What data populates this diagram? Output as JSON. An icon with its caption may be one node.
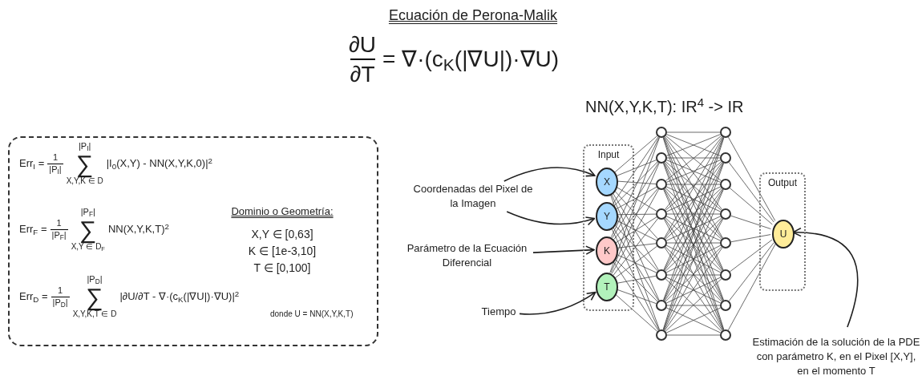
{
  "diagram": {
    "title": "Ecuación de Perona-Malik",
    "nodes": [
      {
        "text": [
          "Err$_{I}$ =",
          "1",
          "|P$_{I}$|",
          "|P$_{I}$|",
          "∑",
          "X,Y,K ∈ D",
          "|I$_{0}$(X,Y) - NN(X,Y,K,0)|$^{2}$",
          "Err$_{F}$ =",
          "1",
          "|P$_{F}$|",
          "|P$_{F}$|",
          "∑",
          "X,Y ∈ D$_{F}$",
          "NN(X,Y,K,T)$^{2}$",
          "Err$_{D}$ =",
          "1",
          "|P$_{D}$|",
          "|P$_{D}$|",
          "∑",
          "X,Y,K,T ∈ D",
          "|∂U/∂T - ∇·(c$_{K}$(|∇U|)·∇U)|$^{2}$",
          "donde U = NN(X,Y,K,T)",
          "Dominio o Geometría:",
          "X,Y ∈ [0,63]",
          "K ∈ [1e-3,10]",
          "T ∈ [0,100]"
        ]
      },
      {
        "text": [
          "Input"
        ]
      },
      {
        "text": [
          "X"
        ],
        "in": 1
      },
      {
        "text": [
          "Y"
        ],
        "in": 1
      },
      {
        "text": [
          "K"
        ],
        "in": 1
      },
      {
        "text": [
          "T"
        ],
        "in": 1
      },
      {
        "text": [],
        "shape": "circle"
      },
      {
        "text": [],
        "shape": "circle"
      },
      {
        "text": [],
        "shape": "circle"
      },
      {
        "text": [],
        "shape": "circle"
      },
      {
        "text": [],
        "shape": "circle"
      },
      {
        "text": [],
        "shape": "circle"
      },
      {
        "text": [],
        "shape": "circle"
      },
      {
        "text": [],
        "shape": "circle"
      },
      {
        "text": [],
        "shape": "circle"
      },
      {
        "text": [],
        "shape": "circle"
      },
      {
        "text": [],
        "shape": "circle"
      },
      {
        "text": [],
        "shape": "circle"
      },
      {
        "text": [],
        "shape": "circle"
      },
      {
        "text": [],
        "shape": "circle"
      },
      {
        "text": [],
        "shape": "circle"
      },
      {
        "text": [],
        "shape": "circle"
      },
      {
        "text": [
          "Output"
        ]
      },
      {
        "text": [
          "U"
        ],
        "in": 22
      },
      {
        "text": [
          "Coordenadas del Pixel de la Imagen"
        ]
      },
      {
        "text": [
          "Parámetro de la Ecuación Diferencial"
        ]
      },
      {
        "text": [
          "Tiempo"
        ]
      },
      {
        "text": [
          "Estimación de la solución de la PDE con parámetro K, en el Pixel [X,Y], en el momento T"
        ]
      }
    ],
    "edges": [
      {
        "from": 24,
        "to": 2,
        "arrow": "to"
      },
      {
        "from": 24,
        "to": 3,
        "arrow": "to"
      },
      {
        "from": 25,
        "to": 4,
        "arrow": "to"
      },
      {
        "from": 26,
        "to": 5,
        "arrow": "to"
      },
      {
        "from": 27,
        "to": 23,
        "arrow": "to"
      },
      {
        "from": 2,
        "to": 6,
        "arrow": "none"
      },
      {
        "from": 2,
        "to": 7,
        "arrow": "none"
      },
      {
        "from": 2,
        "to": 8,
        "arrow": "none"
      },
      {
        "from": 2,
        "to": 9,
        "arrow": "none"
      },
      {
        "from": 2,
        "to": 10,
        "arrow": "none"
      },
      {
        "from": 2,
        "to": 11,
        "arrow": "none"
      },
      {
        "from": 2,
        "to": 12,
        "arrow": "none"
      },
      {
        "from": 2,
        "to": 13,
        "arrow": "none"
      },
      {
        "from": 3,
        "to": 6,
        "arrow": "none"
      },
      {
        "from": 3,
        "to": 7,
        "arrow": "none"
      },
      {
        "from": 3,
        "to": 8,
        "arrow": "none"
      },
      {
        "from": 3,
        "to": 9,
        "arrow": "none"
      },
      {
        "from": 3,
        "to": 10,
        "arrow": "none"
      },
      {
        "from": 3,
        "to": 11,
        "arrow": "none"
      },
      {
        "from": 3,
        "to": 12,
        "arrow": "none"
      },
      {
        "from": 3,
        "to": 13,
        "arrow": "none"
      },
      {
        "from": 4,
        "to": 6,
        "arrow": "none"
      },
      {
        "from": 4,
        "to": 7,
        "arrow": "none"
      },
      {
        "from": 4,
        "to": 8,
        "arrow": "none"
      },
      {
        "from": 4,
        "to": 9,
        "arrow": "none"
      },
      {
        "from": 4,
        "to": 10,
        "arrow": "none"
      },
      {
        "from": 4,
        "to": 11,
        "arrow": "none"
      },
      {
        "from": 4,
        "to": 12,
        "arrow": "none"
      },
      {
        "from": 4,
        "to": 13,
        "arrow": "none"
      },
      {
        "from": 5,
        "to": 6,
        "arrow": "none"
      },
      {
        "from": 5,
        "to": 7,
        "arrow": "none"
      },
      {
        "from": 5,
        "to": 8,
        "arrow": "none"
      },
      {
        "from": 5,
        "to": 9,
        "arrow": "none"
      },
      {
        "from": 5,
        "to": 10,
        "arrow": "none"
      },
      {
        "from": 5,
        "to": 11,
        "arrow": "none"
      },
      {
        "from": 5,
        "to": 12,
        "arrow": "none"
      },
      {
        "from": 5,
        "to": 13,
        "arrow": "none"
      },
      {
        "from": 6,
        "to": 14,
        "arrow": "none"
      },
      {
        "from": 6,
        "to": 15,
        "arrow": "none"
      },
      {
        "from": 6,
        "to": 16,
        "arrow": "none"
      },
      {
        "from": 6,
        "to": 17,
        "arrow": "none"
      },
      {
        "from": 6,
        "to": 18,
        "arrow": "none"
      },
      {
        "from": 6,
        "to": 19,
        "arrow": "none"
      },
      {
        "from": 6,
        "to": 20,
        "arrow": "none"
      },
      {
        "from": 6,
        "to": 21,
        "arrow": "none"
      },
      {
        "from": 7,
        "to": 14,
        "arrow": "none"
      },
      {
        "from": 7,
        "to": 15,
        "arrow": "none"
      },
      {
        "from": 7,
        "to": 16,
        "arrow": "none"
      },
      {
        "from": 7,
        "to": 17,
        "arrow": "none"
      },
      {
        "from": 7,
        "to": 18,
        "arrow": "none"
      },
      {
        "from": 7,
        "to": 19,
        "arrow": "none"
      },
      {
        "from": 7,
        "to": 20,
        "arrow": "none"
      },
      {
        "from": 7,
        "to": 21,
        "arrow": "none"
      },
      {
        "from": 8,
        "to": 14,
        "arrow": "none"
      },
      {
        "from": 8,
        "to": 15,
        "arrow": "none"
      },
      {
        "from": 8,
        "to": 16,
        "arrow": "none"
      },
      {
        "from": 8,
        "to": 17,
        "arrow": "none"
      },
      {
        "from": 8,
        "to": 18,
        "arrow": "none"
      },
      {
        "from": 8,
        "to": 19,
        "arrow": "none"
      },
      {
        "from": 8,
        "to": 20,
        "arrow": "none"
      },
      {
        "from": 8,
        "to": 21,
        "arrow": "none"
      },
      {
        "from": 9,
        "to": 14,
        "arrow": "none"
      },
      {
        "from": 9,
        "to": 15,
        "arrow": "none"
      },
      {
        "from": 9,
        "to": 16,
        "arrow": "none"
      },
      {
        "from": 9,
        "to": 17,
        "arrow": "none"
      },
      {
        "from": 9,
        "to": 18,
        "arrow": "none"
      },
      {
        "from": 9,
        "to": 19,
        "arrow": "none"
      },
      {
        "from": 9,
        "to": 20,
        "arrow": "none"
      },
      {
        "from": 9,
        "to": 21,
        "arrow": "none"
      },
      {
        "from": 10,
        "to": 14,
        "arrow": "none"
      },
      {
        "from": 10,
        "to": 15,
        "arrow": "none"
      },
      {
        "from": 10,
        "to": 16,
        "arrow": "none"
      },
      {
        "from": 10,
        "to": 17,
        "arrow": "none"
      },
      {
        "from": 10,
        "to": 18,
        "arrow": "none"
      },
      {
        "from": 10,
        "to": 19,
        "arrow": "none"
      },
      {
        "from": 10,
        "to": 20,
        "arrow": "none"
      },
      {
        "from": 10,
        "to": 21,
        "arrow": "none"
      },
      {
        "from": 11,
        "to": 14,
        "arrow": "none"
      },
      {
        "from": 11,
        "to": 15,
        "arrow": "none"
      },
      {
        "from": 11,
        "to": 16,
        "arrow": "none"
      },
      {
        "from": 11,
        "to": 17,
        "arrow": "none"
      },
      {
        "from": 11,
        "to": 18,
        "arrow": "none"
      },
      {
        "from": 11,
        "to": 19,
        "arrow": "none"
      },
      {
        "from": 11,
        "to": 20,
        "arrow": "none"
      },
      {
        "from": 11,
        "to": 21,
        "arrow": "none"
      },
      {
        "from": 12,
        "to": 14,
        "arrow": "none"
      },
      {
        "from": 12,
        "to": 15,
        "arrow": "none"
      },
      {
        "from": 12,
        "to": 16,
        "arrow": "none"
      },
      {
        "from": 12,
        "to": 17,
        "arrow": "none"
      },
      {
        "from": 12,
        "to": 18,
        "arrow": "none"
      },
      {
        "from": 12,
        "to": 19,
        "arrow": "none"
      },
      {
        "from": 12,
        "to": 20,
        "arrow": "none"
      },
      {
        "from": 12,
        "to": 21,
        "arrow": "none"
      },
      {
        "from": 13,
        "to": 14,
        "arrow": "none"
      },
      {
        "from": 13,
        "to": 15,
        "arrow": "none"
      },
      {
        "from": 13,
        "to": 16,
        "arrow": "none"
      },
      {
        "from": 13,
        "to": 17,
        "arrow": "none"
      },
      {
        "from": 13,
        "to": 18,
        "arrow": "none"
      },
      {
        "from": 13,
        "to": 19,
        "arrow": "none"
      },
      {
        "from": 13,
        "to": 20,
        "arrow": "none"
      },
      {
        "from": 13,
        "to": 21,
        "arrow": "none"
      },
      {
        "from": 14,
        "to": 23,
        "arrow": "none"
      },
      {
        "from": 15,
        "to": 23,
        "arrow": "none"
      },
      {
        "from": 16,
        "to": 23,
        "arrow": "none"
      },
      {
        "from": 17,
        "to": 23,
        "arrow": "none"
      },
      {
        "from": 18,
        "to": 23,
        "arrow": "none"
      },
      {
        "from": 19,
        "to": 23,
        "arrow": "none"
      },
      {
        "from": 20,
        "to": 23,
        "arrow": "none"
      },
      {
        "from": 21,
        "to": 23,
        "arrow": "none"
      }
    ],
    "labels": [
      "∂U",
      "∂T",
      "= ∇·(c$_{K}$(|∇U|)·∇U)",
      "NN(X,Y,K,T): IR$^{4}$ -> IR"
    ]
  }
}
